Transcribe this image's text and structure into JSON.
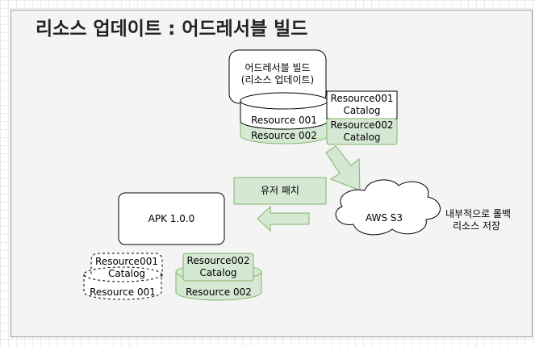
{
  "title": "리소스 업데이트 : 어드레서블 빌드",
  "build": {
    "label_line1": "어드레서블 빌드",
    "label_line2": "(리소스 업데이트)",
    "resource_001": "Resource 001",
    "resource_002": "Resource 002",
    "catalog_001_line1": "Resource001",
    "catalog_001_line2": "Catalog",
    "catalog_002_line1": "Resource002",
    "catalog_002_line2": "Catalog"
  },
  "cloud": {
    "label": "AWS S3"
  },
  "note": {
    "line1": "내부적으로 롤백",
    "line2": "리소스 저장"
  },
  "patch": {
    "label": "유저 패치"
  },
  "apk": {
    "label": "APK 1.0.0",
    "catalog_001_line1": "Resource001",
    "catalog_001_line2": "Catalog",
    "catalog_002_line1": "Resource002",
    "catalog_002_line2": "Catalog",
    "resource_001": "Resource 001",
    "resource_002": "Resource 002"
  },
  "colors": {
    "green_fill": "#d5e8d4",
    "green_stroke": "#82b366",
    "background": "#f4f4f4"
  }
}
